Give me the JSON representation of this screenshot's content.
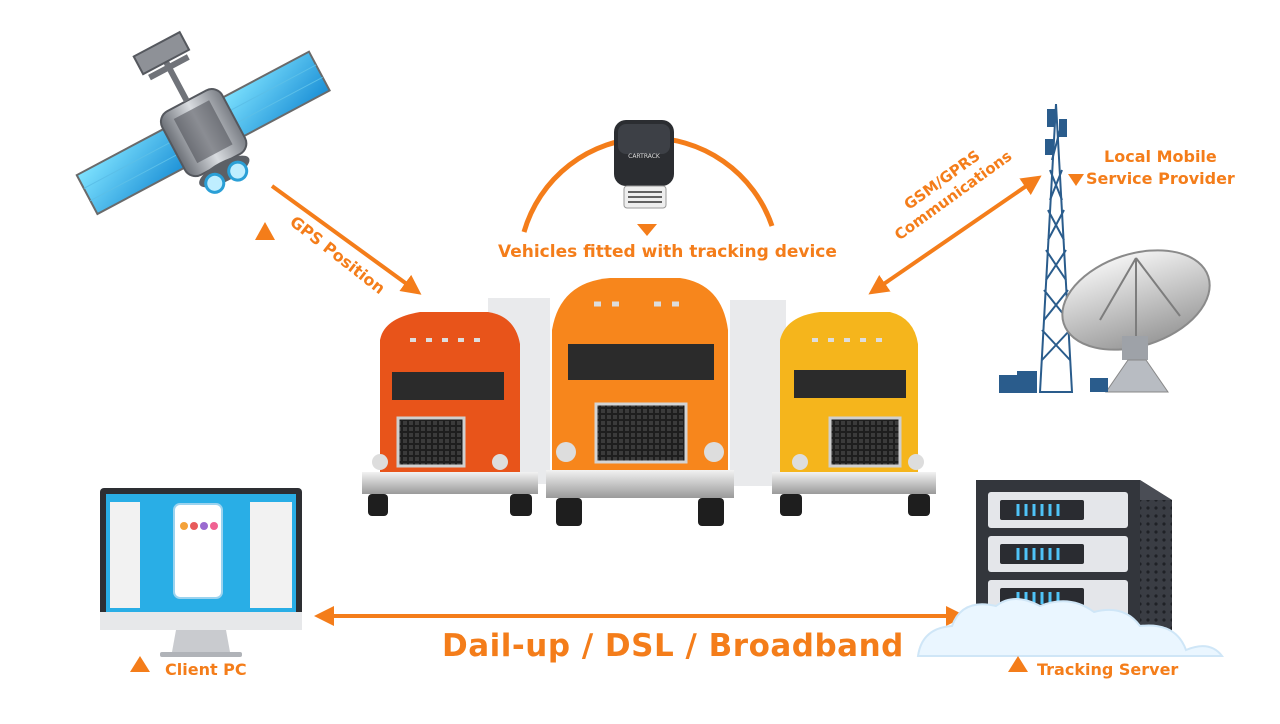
{
  "labels": {
    "gps_position": "GPS Position",
    "gsm_line1": "GSM/GPRS",
    "gsm_line2": "Communications",
    "vehicles": "Vehicles fitted with tracking device",
    "local_line1": "Local Mobile",
    "local_line2": "Service Provider",
    "client_pc": "Client PC",
    "tracking_server": "Tracking Server",
    "network": "Dail-up / DSL / Broadband",
    "device_brand": "CARTRACK"
  },
  "colors": {
    "accent": "#f47d1a",
    "truck_left": "#e8541a",
    "truck_center": "#f7861c",
    "truck_right": "#f5b51c",
    "screen_blue": "#29aee6",
    "server_dark": "#3a3d44",
    "led_blue": "#4fc3f7"
  },
  "icons": {
    "satellite": "satellite-icon",
    "tracker": "tracker-device-icon",
    "tower": "cell-tower-icon",
    "dish": "satellite-dish-icon",
    "monitor": "monitor-icon",
    "server": "server-rack-icon",
    "cloud": "cloud-icon"
  }
}
